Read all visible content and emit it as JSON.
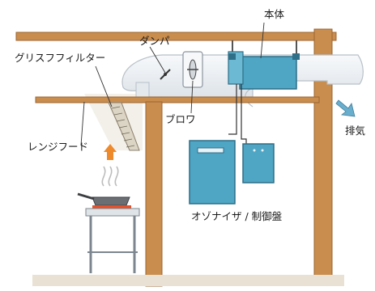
{
  "labels": {
    "main_unit": "本体",
    "damper": "ダンパ",
    "grease_filter": "グリスフフィルター",
    "blower": "ブロワ",
    "exhaust": "排気",
    "range_hood": "レンジフード",
    "ozonizer_control": "オゾナイザ / 制御盤"
  },
  "colors": {
    "beam": "#c98d4e",
    "beam_edge": "#9c6530",
    "duct": "#eef1f4",
    "duct_edge": "#b8c0c8",
    "unit": "#4fa6c4",
    "unit_edge": "#2f6f88",
    "arrow_orange": "#ee8a2c",
    "arrow_blue": "#6aaecd"
  }
}
